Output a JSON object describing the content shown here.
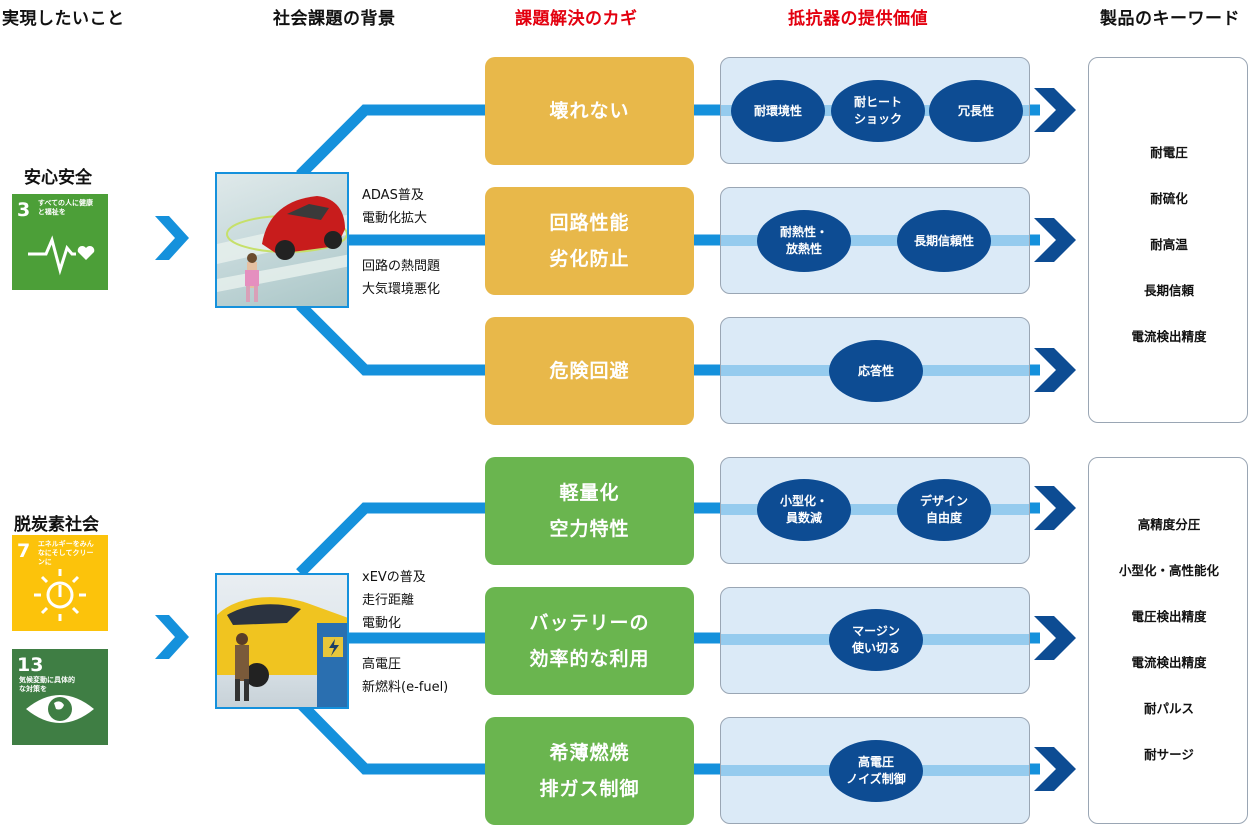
{
  "headers": {
    "goal": "実現したいこと",
    "background": "社会課題の背景",
    "key": "課題解決のカギ",
    "value": "抵抗器の提供価値",
    "keyword": "製品のキーワード"
  },
  "colors": {
    "blue_line": "#1591dc",
    "light_line": "#a9d0ee",
    "red": "#e3000f",
    "yellow": "#e8b84a",
    "green": "#6ab54f",
    "navy": "#0d4c93",
    "panel": "#dbeaf7"
  },
  "groups": [
    {
      "goal": "安心安全",
      "sdgs": [
        {
          "number": "3",
          "caption": "すべての人に健康と福祉を",
          "color": "#4c9f38",
          "icon": "heartbeat-icon"
        }
      ],
      "photo": "car-pedestrian-illustration",
      "background_lines": [
        "ADAS普及",
        "電動化拡大",
        "回路の熱問題",
        "大気環境悪化"
      ],
      "rows": [
        {
          "key": [
            "壊れない"
          ],
          "values": [
            [
              "耐環境性"
            ],
            [
              "耐ヒート",
              "ショック"
            ],
            [
              "冗長性"
            ]
          ]
        },
        {
          "key": [
            "回路性能",
            "劣化防止"
          ],
          "values": [
            [
              "耐熱性・",
              "放熱性"
            ],
            [
              "長期信頼性"
            ]
          ]
        },
        {
          "key": [
            "危険回避"
          ],
          "values": [
            [
              "応答性"
            ]
          ]
        }
      ],
      "keywords": [
        "耐電圧",
        "耐硫化",
        "耐高温",
        "長期信頼",
        "電流検出精度"
      ]
    },
    {
      "goal": "脱炭素社会",
      "sdgs": [
        {
          "number": "7",
          "caption": "エネルギーをみんなにそしてクリーンに",
          "color": "#fcc30b",
          "icon": "sun-power-icon"
        },
        {
          "number": "13",
          "caption": "気候変動に具体的な対策を",
          "color": "#3f7e44",
          "icon": "earth-eye-icon"
        }
      ],
      "photo": "ev-charging-illustration",
      "background_lines": [
        "xEVの普及",
        "走行距離",
        "電動化",
        "高電圧",
        "新燃料(e-fuel)"
      ],
      "rows": [
        {
          "key": [
            "軽量化",
            "空力特性"
          ],
          "values": [
            [
              "小型化・",
              "員数減"
            ],
            [
              "デザイン",
              "自由度"
            ]
          ]
        },
        {
          "key": [
            "バッテリーの",
            "効率的な利用"
          ],
          "values": [
            [
              "マージン",
              "使い切る"
            ]
          ]
        },
        {
          "key": [
            "希薄燃焼",
            "排ガス制御"
          ],
          "values": [
            [
              "高電圧",
              "ノイズ制御"
            ]
          ]
        }
      ],
      "keywords": [
        "高精度分圧",
        "小型化・高性能化",
        "電圧検出精度",
        "電流検出精度",
        "耐パルス",
        "耐サージ"
      ]
    }
  ]
}
